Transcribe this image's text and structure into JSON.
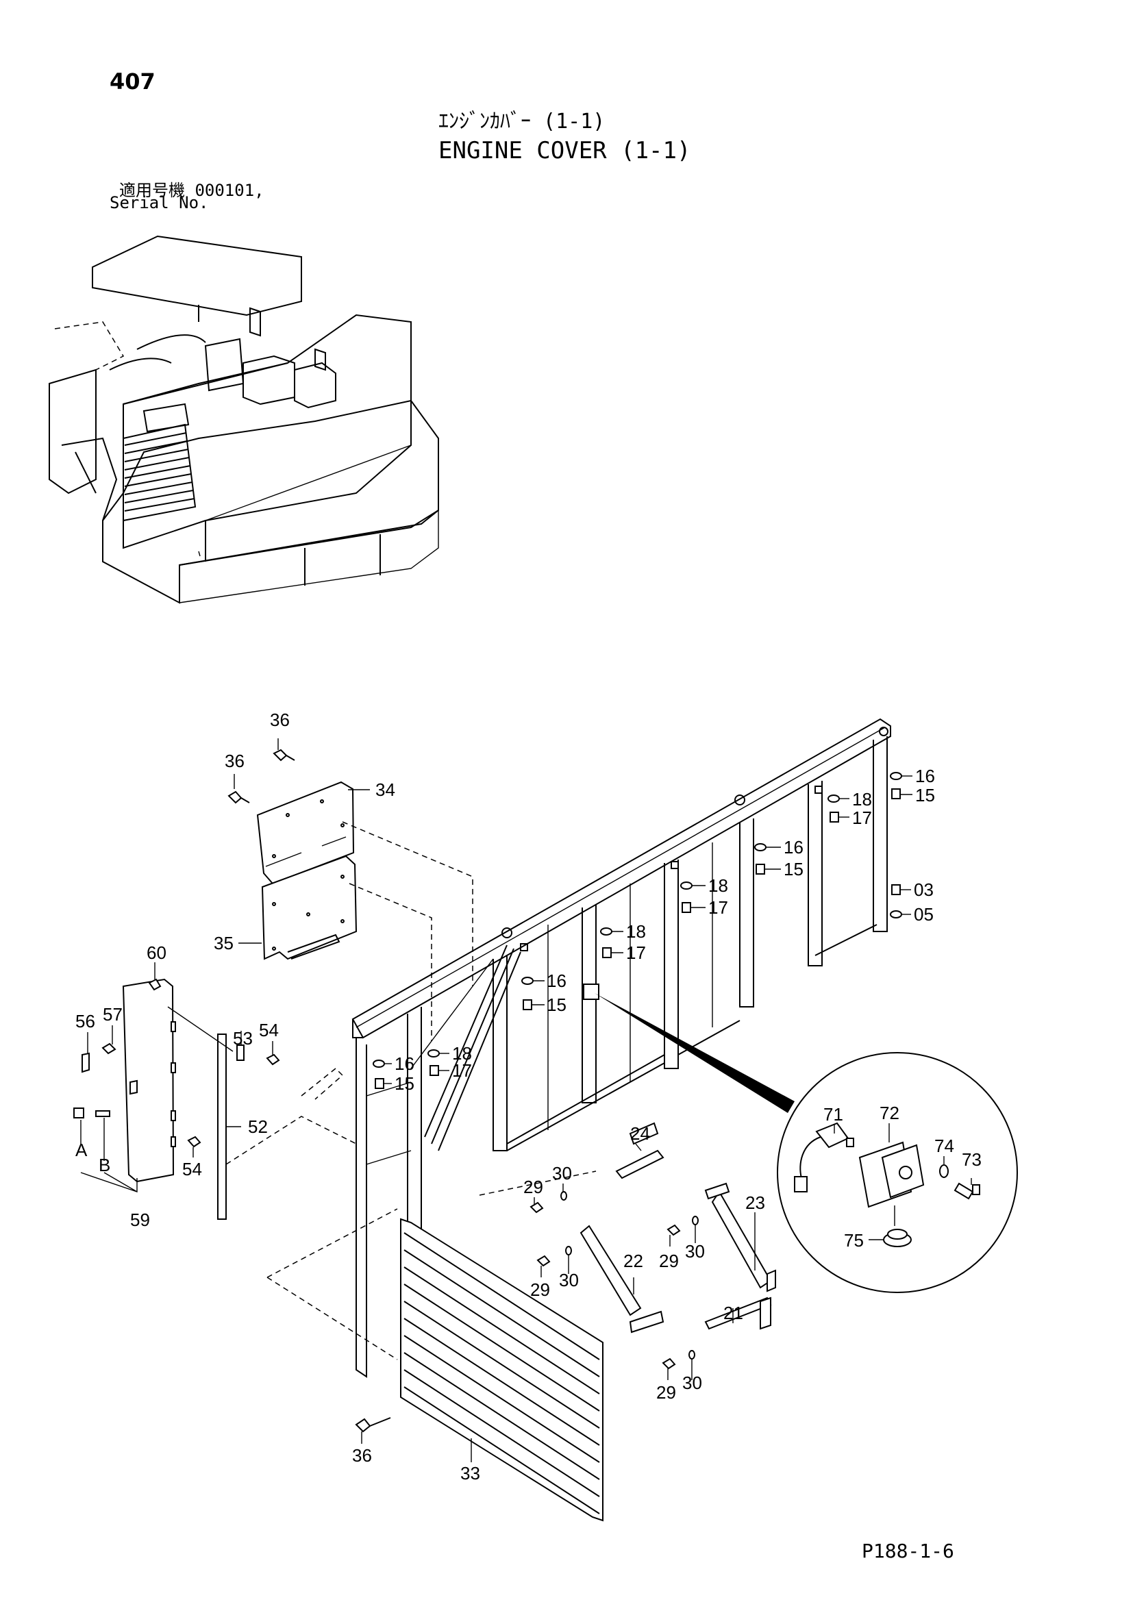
{
  "header": {
    "page_number": "407",
    "title_jp": "ｴﾝｼﾞﾝｶﾊﾞｰ (1-1)",
    "title_en": "ENGINE COVER (1-1)",
    "serial_label_jp": "適用号機",
    "serial_value": "000101,",
    "serial_label_en": "Serial No."
  },
  "footer": {
    "drawing_code": "P188-1-6"
  },
  "callouts": {
    "c36a": "36",
    "c36b": "36",
    "c34": "34",
    "c35": "35",
    "c60": "60",
    "c57": "57",
    "c56": "56",
    "c53": "53",
    "c54a": "54",
    "c52": "52",
    "c54b": "54",
    "cA": "A",
    "cB": "B",
    "c59": "59",
    "c16a": "16",
    "c15a": "15",
    "c18a": "18",
    "c17a": "17",
    "c16b": "16",
    "c15b": "15",
    "c18b": "18",
    "c17b": "17",
    "c18c": "18",
    "c17c": "17",
    "c16c": "16",
    "c15c": "15",
    "c16d": "16",
    "c15d": "15",
    "c18d": "18",
    "c17d": "17",
    "c03": "03",
    "c05": "05",
    "c24": "24",
    "c29a": "29",
    "c30a": "30",
    "c29b": "29",
    "c30b": "30",
    "c22": "22",
    "c29c": "29",
    "c30c": "30",
    "c23": "23",
    "c21": "21",
    "c29d": "29",
    "c30d": "30",
    "c36c": "36",
    "c33": "33",
    "c71": "71",
    "c72": "72",
    "c74": "74",
    "c73": "73",
    "c75": "75"
  }
}
